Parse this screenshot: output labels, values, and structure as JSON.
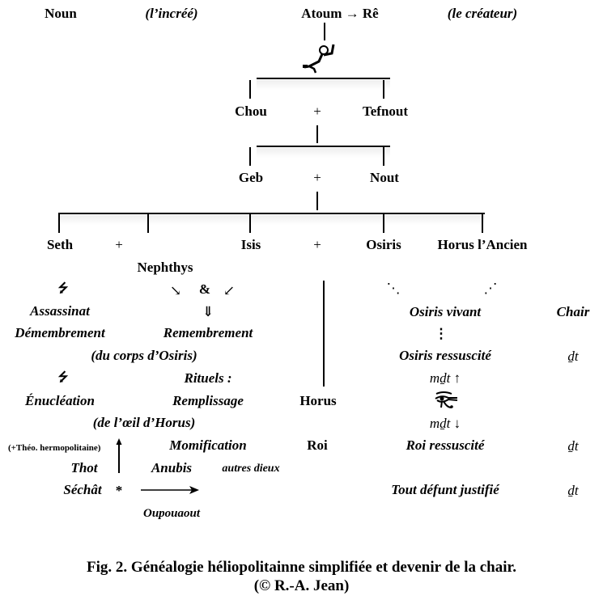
{
  "top": {
    "noun": "Noun",
    "noun_note": "(l’incréé)",
    "atoum": "Atoum → Rê",
    "atoum_note": "(le créateur)"
  },
  "gen1": {
    "left": "Chou",
    "plus": "+",
    "right": "Tefnout"
  },
  "gen2": {
    "left": "Geb",
    "plus": "+",
    "right": "Nout"
  },
  "gen3": {
    "seth": "Seth",
    "plus1": "+",
    "nephthys": "Nephthys",
    "isis": "Isis",
    "plus2": "+",
    "osiris": "Osiris",
    "horus_ancien": "Horus l’Ancien"
  },
  "left_column": {
    "lightning_1": "⭍",
    "assassinat": "Assassinat",
    "demembrement": "Démembrement",
    "du_corps": "(du corps d’Osiris)",
    "lightning_2": "⭍",
    "enucleation": "Énucléation",
    "de_loeil": "(de l’œil d’Horus)",
    "theo": "(+Théo. hermopolitaine)",
    "thot": "Thot",
    "sechat": "Séchât",
    "star": "*",
    "oupouaout": "Oupouaout"
  },
  "middle_column": {
    "arrow_se": "↘",
    "ampersand": "&",
    "arrow_sw": "↙",
    "double_down": "⇓",
    "remembrement": "Remembrement",
    "rituels": "Rituels :",
    "remplissage": "Remplissage",
    "momification": "Momification",
    "anubis": "Anubis",
    "autres_dieux": "autres dieux"
  },
  "horus_column": {
    "horus": "Horus",
    "roi": "Roi"
  },
  "right_column": {
    "dots_left": "⋱",
    "dots_right": "⋰",
    "osiris_vivant": "Osiris vivant",
    "vdots": "⋮",
    "osiris_ressuscite": "Osiris ressuscité",
    "mdt_up": "mḏt ↑",
    "mdt_down": "mḏt ↓",
    "roi_ressuscite": "Roi ressuscité",
    "tout_defunt": "Tout défunt justifié"
  },
  "chair_column": {
    "chair": "Chair",
    "dt_1": "ḏt",
    "dt_2": "ḏt",
    "dt_3": "ḏt"
  },
  "caption": {
    "line1": "Fig. 2. Généalogie héliopolitainne simplifiée et devenir de la chair.",
    "line2": "(© R.-A. Jean)"
  }
}
